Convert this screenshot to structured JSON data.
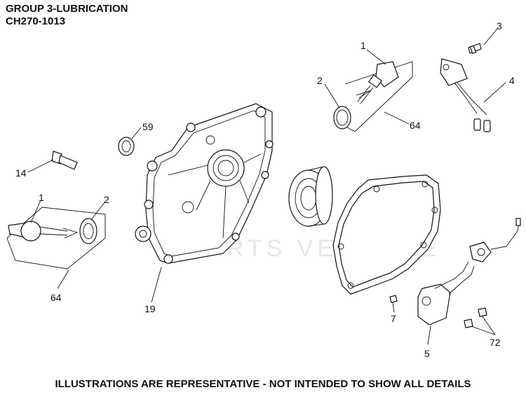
{
  "header": {
    "title": "GROUP 3-LUBRICATION",
    "model": "CH270-1013"
  },
  "watermark": "PARTS VENTURE",
  "footer": "ILLUSTRATIONS ARE REPRESENTATIVE - NOT INTENDED TO SHOW ALL DETAILS",
  "callouts": {
    "c1_top": "1",
    "c2_top": "2",
    "c3": "3",
    "c4": "4",
    "c64_top": "64",
    "c59": "59",
    "c14": "14",
    "c1_left": "1",
    "c2_left": "2",
    "c64_left": "64",
    "c19": "19",
    "c7": "7",
    "c5": "5",
    "c72": "72"
  }
}
